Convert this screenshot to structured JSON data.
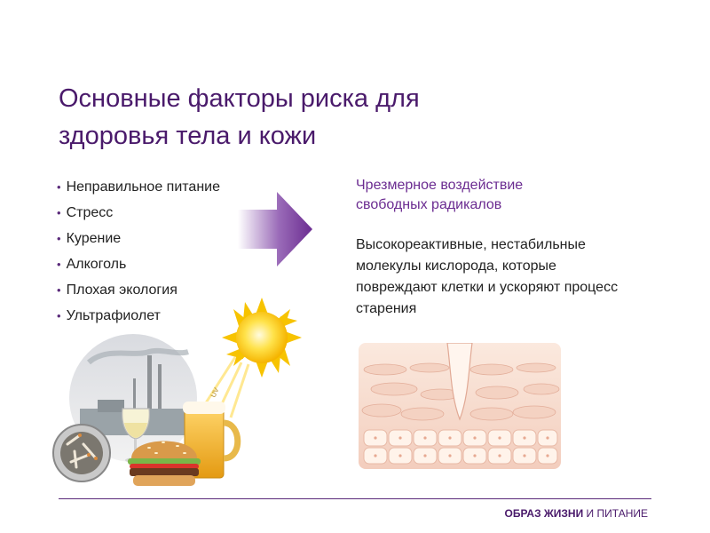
{
  "title": {
    "line1": "Основные факторы риска для",
    "line2": "здоровья тела и кожи"
  },
  "risk_factors": [
    "Неправильное питание",
    "Стресс",
    "Курение",
    "Алкоголь",
    "Плохая экология",
    "Ультрафиолет"
  ],
  "result": {
    "title_line1": "Чрезмерное воздействие",
    "title_line2": "свободных радикалов",
    "desc_line1": "Высокореактивные, нестабильные",
    "desc_line2": "молекулы кислорода, которые",
    "desc_line3": "повреждают клетки и ускоряют процесс",
    "desc_line4": "старения"
  },
  "uv_label": "UV",
  "footer": {
    "strong": "ОБРАЗ ЖИЗНИ",
    "rest": " И ПИТАНИЕ"
  },
  "colors": {
    "title": "#4a1a6b",
    "accent": "#6b2c91",
    "arrow": "#6b2c91",
    "sun": "#ffd21a"
  },
  "icons": [
    "arrow-right-icon",
    "sun-icon"
  ]
}
